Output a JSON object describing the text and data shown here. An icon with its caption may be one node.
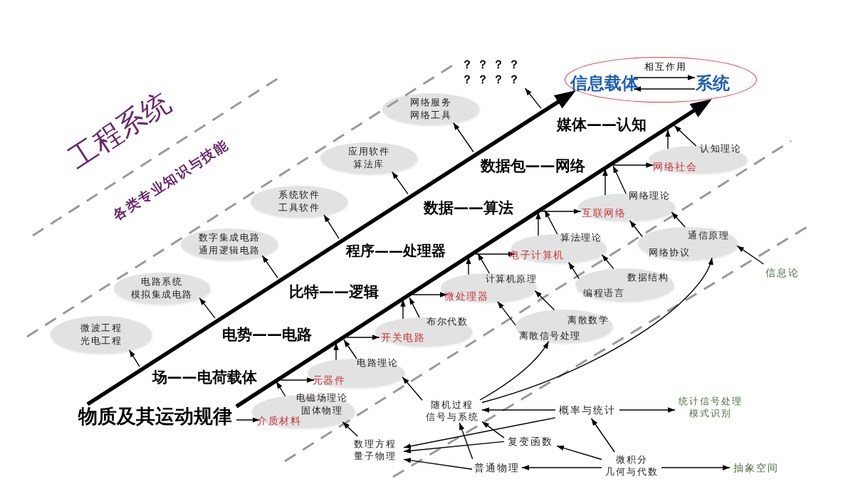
{
  "diagram": {
    "nodes": [
      {
        "text": [],
        "shape": "ellipse"
      },
      {
        "text": [
          "信息载体"
        ],
        "in": 0
      },
      {
        "text": [
          "系统"
        ],
        "in": 0
      },
      {
        "text": [
          "？？？？？？？？"
        ]
      },
      {
        "text": [
          "网络服务网络工具"
        ]
      },
      {
        "text": [
          "应用软件算法库"
        ]
      },
      {
        "text": [
          "系统软件工具软件"
        ]
      },
      {
        "text": [
          "数字集成电路通用逻辑电路"
        ]
      },
      {
        "text": [
          "电路系统模拟集成电路"
        ]
      },
      {
        "text": [
          "微波工程光电工程"
        ]
      },
      {
        "text": [
          "认知理论",
          "网络社会"
        ]
      },
      {
        "text": [
          "网络理论",
          "互联网络"
        ]
      },
      {
        "text": [
          "算法理论",
          "电子计算机"
        ]
      },
      {
        "text": [
          "通信原理",
          "网络协议"
        ]
      },
      {
        "text": [
          "信息论"
        ]
      },
      {
        "text": [
          "数据结构",
          "编程语言"
        ]
      },
      {
        "text": [
          "计算机原理",
          "微处理器"
        ]
      },
      {
        "text": [
          "布尔代数",
          "开关电路"
        ]
      },
      {
        "text": [
          "离散数学",
          "离散信号处理"
        ]
      },
      {
        "text": [
          "电路理论",
          "元器件"
        ]
      },
      {
        "text": [
          "电磁场理论固体物理",
          "介质材料"
        ]
      },
      {
        "text": [
          "物质及其运动规律"
        ]
      },
      {
        "text": [
          "随机过程信号与系统"
        ]
      },
      {
        "text": [
          "概率与统计"
        ]
      },
      {
        "text": [
          "统计信号处理模式识别"
        ]
      },
      {
        "text": [
          "数理方程量子物理"
        ]
      },
      {
        "text": [
          "复变函数"
        ]
      },
      {
        "text": [
          "普通物理"
        ]
      },
      {
        "text": [
          "微积分几何与代数"
        ]
      },
      {
        "text": [
          "抽象空间"
        ]
      }
    ],
    "edges": [
      {
        "from": 21,
        "to": 0,
        "arrow": "to",
        "style": "thick"
      },
      {
        "from": 21,
        "to": 0,
        "arrow": "to",
        "style": "thick"
      },
      {
        "from": 1,
        "to": 2,
        "arrow": "to",
        "label": "相互作用"
      },
      {
        "from": 2,
        "to": 1,
        "arrow": "to"
      },
      {
        "from": null,
        "to": 9,
        "arrow": "to"
      },
      {
        "from": null,
        "to": 8,
        "arrow": "to"
      },
      {
        "from": null,
        "to": 7,
        "arrow": "to"
      },
      {
        "from": null,
        "to": 6,
        "arrow": "to"
      },
      {
        "from": null,
        "to": 5,
        "arrow": "to"
      },
      {
        "from": null,
        "to": 4,
        "arrow": "to"
      },
      {
        "from": null,
        "to": 3,
        "arrow": "to"
      },
      {
        "from": 21,
        "to": 20,
        "arrow": "to"
      },
      {
        "from": 20,
        "to": null,
        "arrow": "to"
      },
      {
        "from": null,
        "to": 19,
        "arrow": "to"
      },
      {
        "from": 19,
        "to": null,
        "arrow": "to"
      },
      {
        "from": 19,
        "to": null,
        "arrow": "to"
      },
      {
        "from": null,
        "to": 17,
        "arrow": "to"
      },
      {
        "from": 17,
        "to": null,
        "arrow": "to"
      },
      {
        "from": 17,
        "to": null,
        "arrow": "to"
      },
      {
        "from": null,
        "to": 16,
        "arrow": "to"
      },
      {
        "from": 16,
        "to": null,
        "arrow": "to"
      },
      {
        "from": 16,
        "to": null,
        "arrow": "to"
      },
      {
        "from": null,
        "to": 12,
        "arrow": "to"
      },
      {
        "from": 12,
        "to": null,
        "arrow": "to"
      },
      {
        "from": 12,
        "to": null,
        "arrow": "to"
      },
      {
        "from": null,
        "to": 11,
        "arrow": "to"
      },
      {
        "from": 11,
        "to": null,
        "arrow": "to"
      },
      {
        "from": 11,
        "to": null,
        "arrow": "to"
      },
      {
        "from": null,
        "to": 10,
        "arrow": "to"
      },
      {
        "from": 10,
        "to": null,
        "arrow": "to"
      },
      {
        "from": 10,
        "to": null,
        "arrow": "to"
      },
      {
        "from": 25,
        "to": 20,
        "arrow": "to"
      },
      {
        "from": 22,
        "to": 19,
        "arrow": "to"
      },
      {
        "from": 18,
        "to": 16,
        "arrow": "to"
      },
      {
        "from": 18,
        "to": 16,
        "arrow": "to"
      },
      {
        "from": 15,
        "to": 12,
        "arrow": "to"
      },
      {
        "from": 15,
        "to": 12,
        "arrow": "to"
      },
      {
        "from": 13,
        "to": 11,
        "arrow": "to"
      },
      {
        "from": 13,
        "to": 11,
        "arrow": "to"
      },
      {
        "from": 14,
        "to": 13,
        "arrow": "to"
      },
      {
        "from": 22,
        "to": 18,
        "arrow": "to"
      },
      {
        "from": 22,
        "to": 13,
        "arrow": "to"
      },
      {
        "from": 23,
        "to": 22,
        "arrow": "to"
      },
      {
        "from": 23,
        "to": 25,
        "arrow": "to"
      },
      {
        "from": 26,
        "to": 22,
        "arrow": "to"
      },
      {
        "from": 26,
        "to": 25,
        "arrow": "to"
      },
      {
        "from": 27,
        "to": 22,
        "arrow": "to"
      },
      {
        "from": 27,
        "to": 25,
        "arrow": "to"
      },
      {
        "from": 28,
        "to": 27,
        "arrow": "to"
      },
      {
        "from": 28,
        "to": 26,
        "arrow": "to"
      },
      {
        "from": 28,
        "to": 23,
        "arrow": "to"
      },
      {
        "from": 28,
        "to": 29,
        "arrow": "to"
      },
      {
        "from": 23,
        "to": 24,
        "arrow": "to"
      }
    ],
    "labels": [
      "工程系统",
      "各类专业知识与技能",
      "媒体——认知",
      "数据包——网络",
      "数据——算法",
      "程序——处理器",
      "比特——逻辑",
      "电势——电路",
      "场——电荷载体"
    ]
  }
}
